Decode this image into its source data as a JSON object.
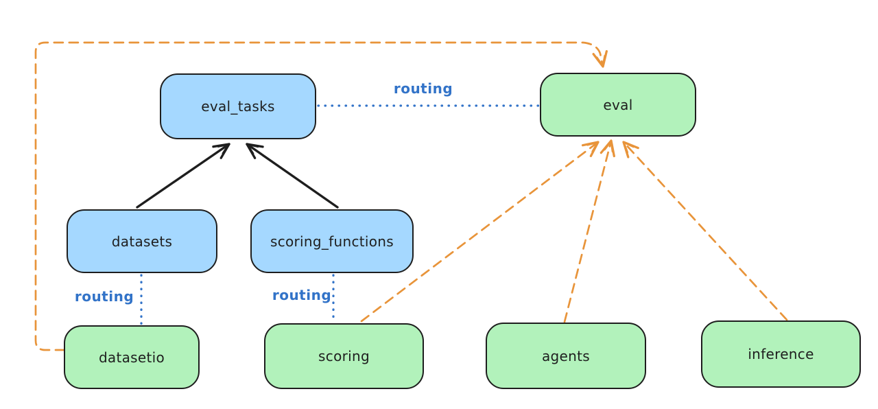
{
  "diagram": {
    "type": "flow-diagram",
    "background": "#ffffff",
    "nodes": {
      "eval_tasks": {
        "label": "eval_tasks",
        "color": "blue"
      },
      "eval": {
        "label": "eval",
        "color": "green"
      },
      "datasets": {
        "label": "datasets",
        "color": "blue"
      },
      "scoring_functions": {
        "label": "scoring_functions",
        "color": "blue"
      },
      "datasetio": {
        "label": "datasetio",
        "color": "green"
      },
      "scoring": {
        "label": "scoring",
        "color": "green"
      },
      "agents": {
        "label": "agents",
        "color": "green"
      },
      "inference": {
        "label": "inference",
        "color": "green"
      }
    },
    "edges": [
      {
        "from": "datasets",
        "to": "eval_tasks",
        "style": "solid-black-arrow"
      },
      {
        "from": "scoring_functions",
        "to": "eval_tasks",
        "style": "solid-black-arrow"
      },
      {
        "from": "eval_tasks",
        "to": "eval",
        "style": "dotted-blue",
        "label": "routing"
      },
      {
        "from": "datasets",
        "to": "datasetio",
        "style": "dotted-blue",
        "label": "routing"
      },
      {
        "from": "scoring_functions",
        "to": "scoring",
        "style": "dotted-blue",
        "label": "routing"
      },
      {
        "from": "datasetio",
        "to": "eval",
        "style": "dashed-orange-arrow"
      },
      {
        "from": "scoring",
        "to": "eval",
        "style": "dashed-orange-arrow"
      },
      {
        "from": "agents",
        "to": "eval",
        "style": "dashed-orange-arrow"
      },
      {
        "from": "inference",
        "to": "eval",
        "style": "dashed-orange-arrow"
      }
    ],
    "labels": {
      "routing_top": "routing",
      "routing_datasetio": "routing",
      "routing_scoring": "routing"
    },
    "colors": {
      "node_blue_fill": "#a5d8ff",
      "node_green_fill": "#b2f2bb",
      "node_stroke": "#1e1e1e",
      "arrow_black": "#1e1e1e",
      "arrow_orange": "#e8943a",
      "routing_blue": "#3273c8"
    }
  }
}
